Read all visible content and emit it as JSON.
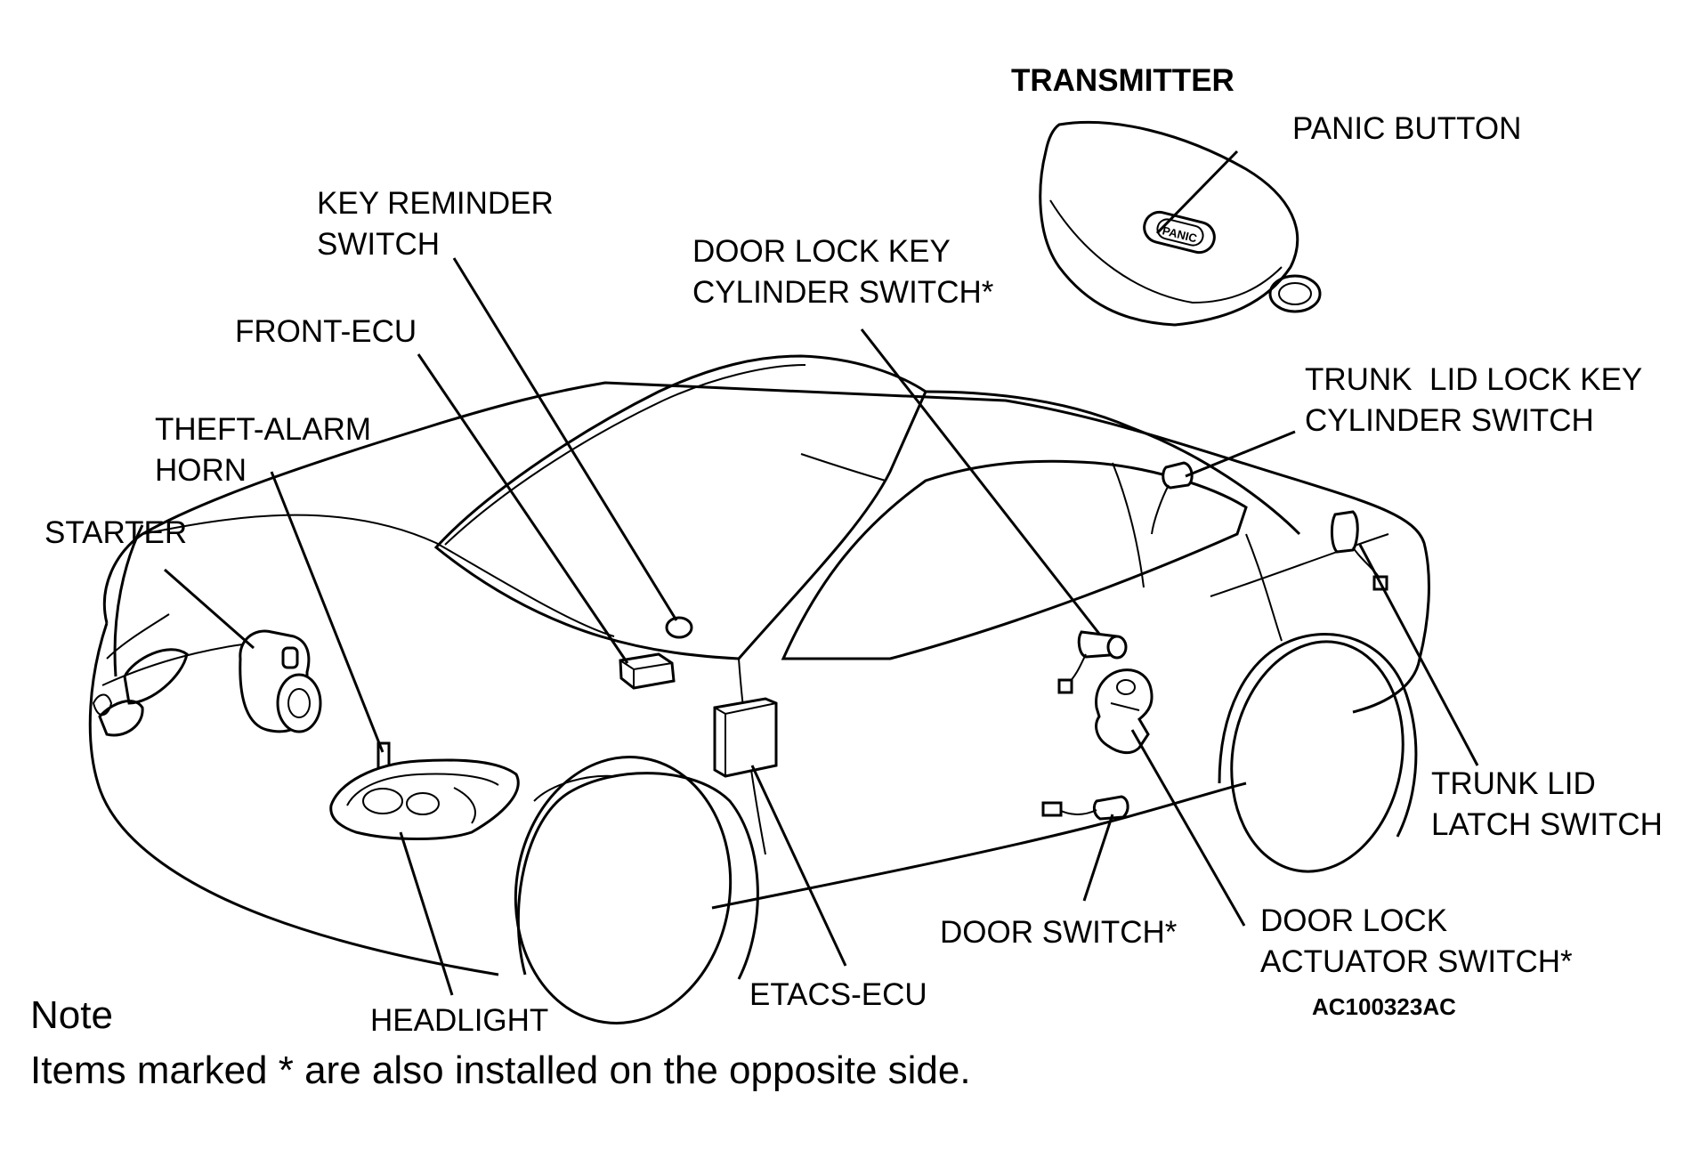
{
  "figure_code": "AC100323AC",
  "transmitter": {
    "title": "TRANSMITTER",
    "panic_button": "PANIC BUTTON",
    "button_text": "PANIC"
  },
  "labels": {
    "key_reminder_switch": [
      "KEY REMINDER",
      "SWITCH"
    ],
    "door_lock_key_cylinder_switch": [
      "DOOR LOCK KEY",
      "CYLINDER SWITCH*"
    ],
    "front_ecu": "FRONT-ECU",
    "theft_alarm_horn": [
      "THEFT-ALARM",
      "HORN"
    ],
    "starter": "STARTER",
    "trunk_lid_lock_key_cylinder_switch": [
      "TRUNK  LID LOCK KEY",
      "CYLINDER SWITCH"
    ],
    "trunk_lid_latch_switch": [
      "TRUNK LID",
      "LATCH SWITCH"
    ],
    "door_switch": "DOOR SWITCH*",
    "door_lock_actuator_switch": [
      "DOOR LOCK",
      "ACTUATOR SWITCH*"
    ],
    "etacs_ecu": "ETACS-ECU",
    "headlight": "HEADLIGHT"
  },
  "note": {
    "title": "Note",
    "text": "Items marked * are also installed on the opposite side."
  }
}
